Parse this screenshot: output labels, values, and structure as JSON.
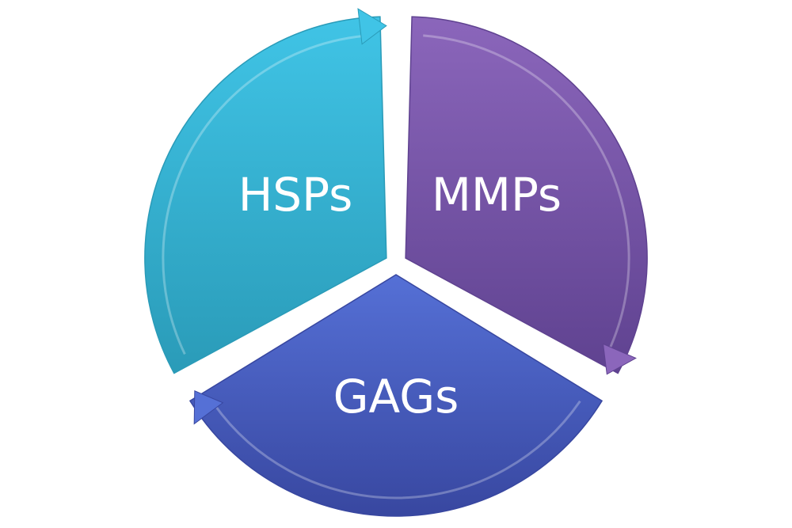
{
  "diagram": {
    "type": "cycle",
    "segments": [
      {
        "label": "MMPs",
        "color_light": "#8b66bb",
        "color_dark": "#5f4290"
      },
      {
        "label": "GAGs",
        "color_light": "#5570d6",
        "color_dark": "#3847a0"
      },
      {
        "label": "HSPs",
        "color_light": "#40c4e6",
        "color_dark": "#2a9bb8"
      }
    ]
  }
}
